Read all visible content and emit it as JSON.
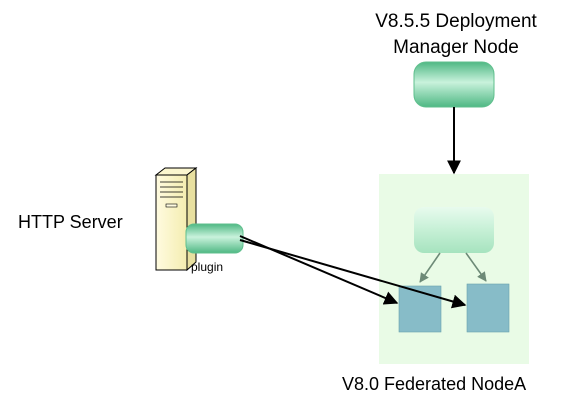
{
  "deployment_manager": {
    "title": "V8.5.5 Deployment\nManager Node"
  },
  "http_server": {
    "label": "HTTP Server",
    "plugin_label": "plugin"
  },
  "federated_node": {
    "label": "V8.0 Federated NodeA"
  },
  "colors": {
    "node_area": "#e9fbe6",
    "pill_light": "#e4faec",
    "pill_mid": "#9fe3bd",
    "pill_dark": "#4fb884",
    "server_box": "#87bcc8",
    "server_tower": "#fffbd6",
    "arrow": "#000000",
    "inner_arrow": "#6d8a77"
  }
}
